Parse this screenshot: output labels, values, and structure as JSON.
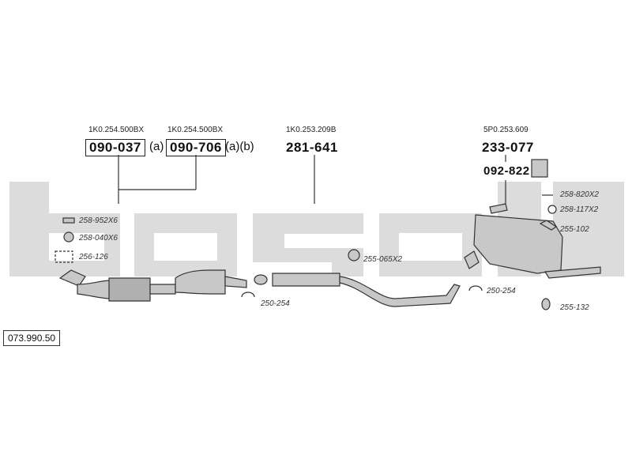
{
  "reference_number": "073.990.50",
  "watermark_text": "bosal",
  "groups": [
    {
      "oem": "1K0.254.500BX",
      "part": "090-037",
      "suffix": "(a)"
    },
    {
      "oem": "1K0.254.500BX",
      "part": "090-706",
      "suffix": "(a)(b)"
    },
    {
      "oem": "1K0.253.209B",
      "part": "281-641",
      "suffix": ""
    },
    {
      "oem": "5P0.253.609",
      "part": "233-077",
      "suffix": ""
    }
  ],
  "extra_part": "092-822",
  "accessories_left": [
    "258-952X6",
    "258-040X6",
    "256-126"
  ],
  "accessories_right": [
    "258-820X2",
    "258-117X2",
    "255-102"
  ],
  "clamps": [
    "255-065X2",
    "250-254",
    "250-254",
    "255-132"
  ],
  "colors": {
    "watermark": "#dcdcdc",
    "component_fill": "#c8c8c8",
    "component_stroke": "#333333",
    "line": "#333333"
  }
}
